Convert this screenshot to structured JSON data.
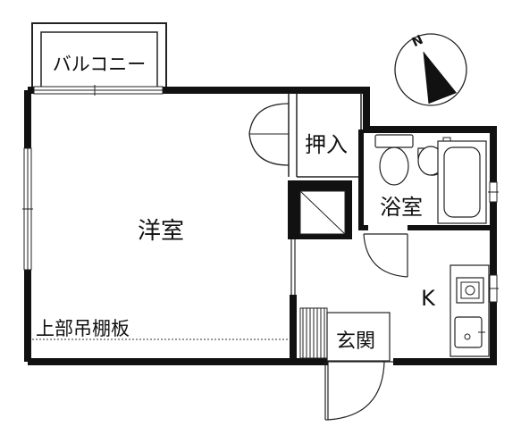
{
  "rooms": {
    "balcony": "バルコニー",
    "western_room": "洋室",
    "closet": "押入",
    "bath": "浴室",
    "kitchen": "K",
    "entrance": "玄関",
    "loft_shelf": "上部吊棚板"
  },
  "compass": {
    "north": "N"
  },
  "colors": {
    "wall": "#111111",
    "line": "#222222",
    "background": "#ffffff"
  }
}
